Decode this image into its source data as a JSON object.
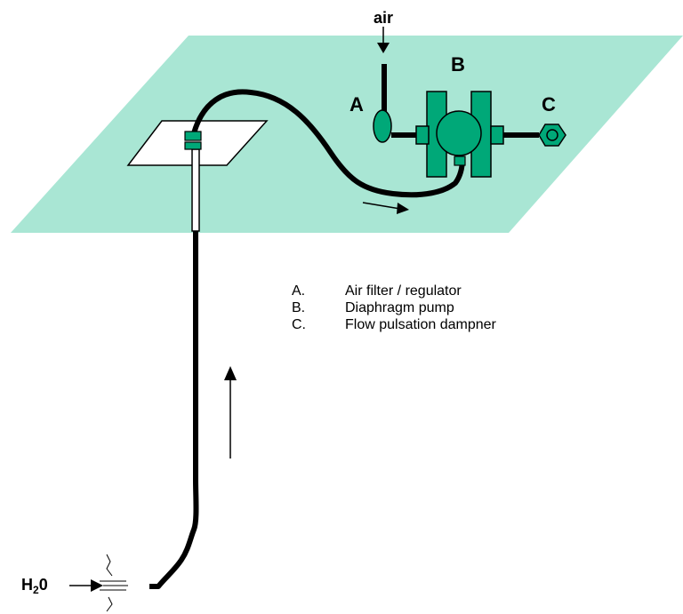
{
  "labels": {
    "air": "air",
    "a": "A",
    "b": "B",
    "c": "C",
    "h2o_main": "H",
    "h2o_sub": "2",
    "h2o_end": "0"
  },
  "legend": [
    {
      "key": "A.",
      "text": "Air filter / regulator"
    },
    {
      "key": "B.",
      "text": "Diaphragm pump"
    },
    {
      "key": "C.",
      "text": "Flow pulsation dampner"
    }
  ],
  "colors": {
    "platform": "#a9e6d4",
    "component": "#00a878",
    "hose": "#000000",
    "sheet": "#ffffff"
  }
}
